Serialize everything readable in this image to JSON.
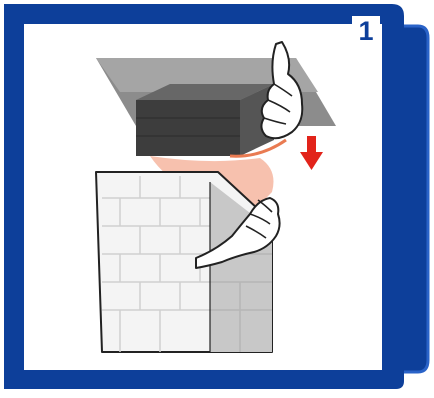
{
  "step": {
    "number": "1"
  },
  "colors": {
    "frame_blue": "#0d3f9a",
    "frame_shadow": "#1a4fb0",
    "arrow_red": "#e2231a",
    "glue_strip": "#f6b6a0",
    "lid_dark": "#3d3d3d",
    "wall_light": "#f4f4f4",
    "wall_shade": "#c8c8c8"
  },
  "icons": {
    "lid": "roof-lid-illustration",
    "wall": "brick-wall-illustration",
    "hand_top": "hand-holding-lid-icon",
    "hand_bottom": "hand-peeling-strip-icon",
    "arrow": "down-arrow-icon"
  }
}
